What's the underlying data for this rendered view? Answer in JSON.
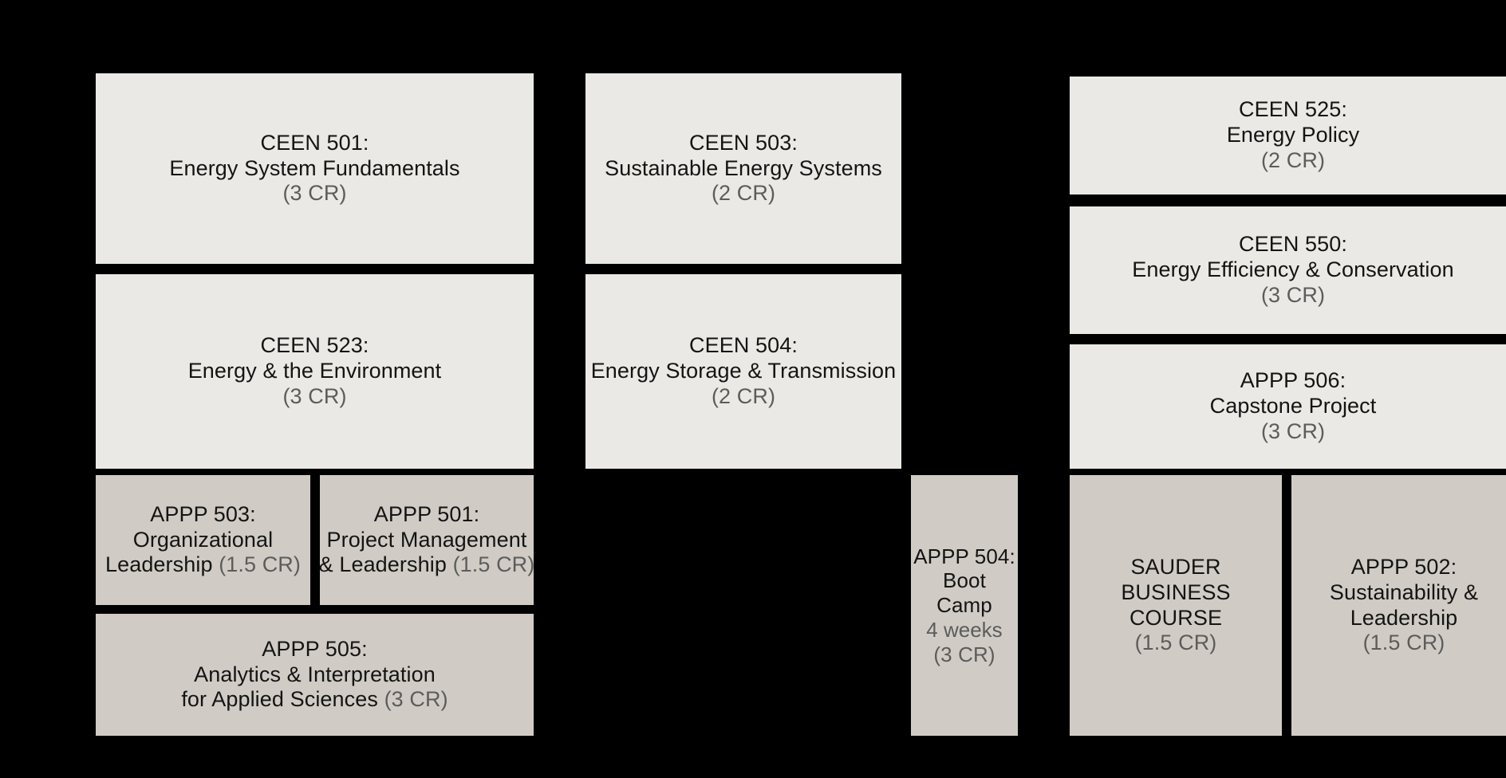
{
  "diagram": {
    "type": "curriculum-map",
    "title_visible": false,
    "background_color": "#000000",
    "tones": {
      "core_course": "#EAE9E5",
      "applied_professional": "#D0CCC5"
    },
    "text_colors": {
      "primary": "#141414",
      "credit": "#5c5c5c"
    }
  },
  "columns": [
    {
      "name": "column-1",
      "boxes": [
        {
          "id": "ceen-501",
          "tone": "core_course",
          "code": "CEEN 501:",
          "title": "Energy System Fundamentals",
          "credits": "(3 CR)",
          "credits_inline": false,
          "meta": ""
        },
        {
          "id": "ceen-523",
          "tone": "core_course",
          "code": "CEEN 523:",
          "title": "Energy & the Environment",
          "credits": "(3 CR)",
          "credits_inline": false,
          "meta": ""
        },
        {
          "id": "appp-503",
          "tone": "applied_professional",
          "code": "APPP 503:",
          "title": "Organizational",
          "title2": "Leadership",
          "credits": "(1.5 CR)",
          "credits_inline": true,
          "meta": ""
        },
        {
          "id": "appp-501",
          "tone": "applied_professional",
          "code": "APPP 501:",
          "title": "Project Management",
          "title2": "& Leadership",
          "credits": "(1.5 CR)",
          "credits_inline": true,
          "meta": ""
        },
        {
          "id": "appp-505",
          "tone": "applied_professional",
          "code": "APPP 505:",
          "title": "Analytics & Interpretation",
          "title2": "for Applied Sciences",
          "credits": "(3 CR)",
          "credits_inline": true,
          "meta": ""
        }
      ]
    },
    {
      "name": "column-2",
      "boxes": [
        {
          "id": "ceen-503",
          "tone": "core_course",
          "code": "CEEN 503:",
          "title": "Sustainable Energy Systems",
          "credits": "(2 CR)",
          "credits_inline": false,
          "meta": ""
        },
        {
          "id": "ceen-504",
          "tone": "core_course",
          "code": "CEEN 504:",
          "title": "Energy Storage & Transmission",
          "credits": "(2 CR)",
          "credits_inline": false,
          "meta": ""
        }
      ]
    },
    {
      "name": "column-3",
      "boxes": [
        {
          "id": "appp-504",
          "tone": "applied_professional",
          "code": "APPP 504:",
          "title": "Boot",
          "title2": "Camp",
          "meta": "4 weeks",
          "credits": "(3 CR)",
          "credits_inline": false
        }
      ]
    },
    {
      "name": "column-4",
      "boxes": [
        {
          "id": "ceen-525",
          "tone": "core_course",
          "code": "CEEN 525:",
          "title": "Energy Policy",
          "credits": "(2 CR)",
          "credits_inline": false,
          "meta": ""
        },
        {
          "id": "ceen-550",
          "tone": "core_course",
          "code": "CEEN 550:",
          "title": "Energy Efficiency & Conservation",
          "credits": "(3 CR)",
          "credits_inline": false,
          "meta": ""
        },
        {
          "id": "appp-506",
          "tone": "core_course",
          "code": "APPP 506:",
          "title": "Capstone Project",
          "credits": "(3 CR)",
          "credits_inline": false,
          "meta": ""
        },
        {
          "id": "sauder",
          "tone": "applied_professional",
          "code": "SAUDER",
          "title": "BUSINESS",
          "title2": "COURSE",
          "credits": "(1.5 CR)",
          "credits_inline": false,
          "meta": ""
        },
        {
          "id": "appp-502",
          "tone": "applied_professional",
          "code": "APPP 502:",
          "title": "Sustainability &",
          "title2": "Leadership",
          "credits": "(1.5 CR)",
          "credits_inline": false,
          "meta": ""
        }
      ]
    }
  ]
}
